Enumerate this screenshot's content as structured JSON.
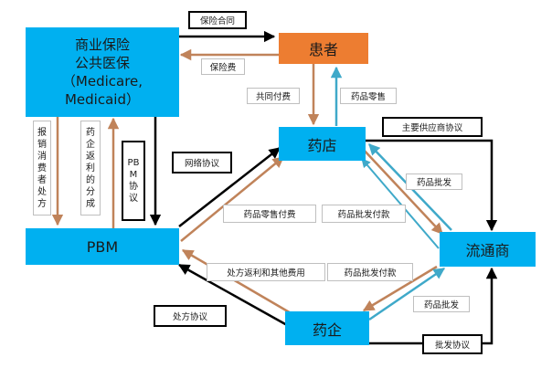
{
  "nodes": {
    "insurer": "商业保险\n公共医保\n（Medicare,\nMedicaid）",
    "patient": "患者",
    "pharmacy": "药店",
    "pbm": "PBM",
    "distributor": "流通商",
    "pharma": "药企"
  },
  "labels": {
    "insurance_contract": "保险合同",
    "premium": "保险费",
    "copay": "共同付费",
    "drug_retail_sale": "药品零售",
    "main_supplier_agreement": "主要供应商协议",
    "network_agreement": "网络协议",
    "drug_wholesale": "药品批发",
    "retail_drug_payment": "药品零售付费",
    "wholesale_payment_1": "药品批发付款",
    "rebates_and_fees": "处方返利和其他费用",
    "wholesale_payment_2": "药品批发付款",
    "formulary_agreement": "处方协议",
    "drug_wholesale_2": "药品批发",
    "wholesale_agreement": "批发协议",
    "claims_reimbursement": "报销消费者处方",
    "rebate_share": "药企返利的分成",
    "pbm_agreement": "PBM协议"
  },
  "colors": {
    "node_blue": "#00b0f0",
    "node_orange": "#ed7d31",
    "arrow_brown": "#c0835a",
    "arrow_black": "#000000",
    "arrow_teal": "#3fa9c9"
  }
}
